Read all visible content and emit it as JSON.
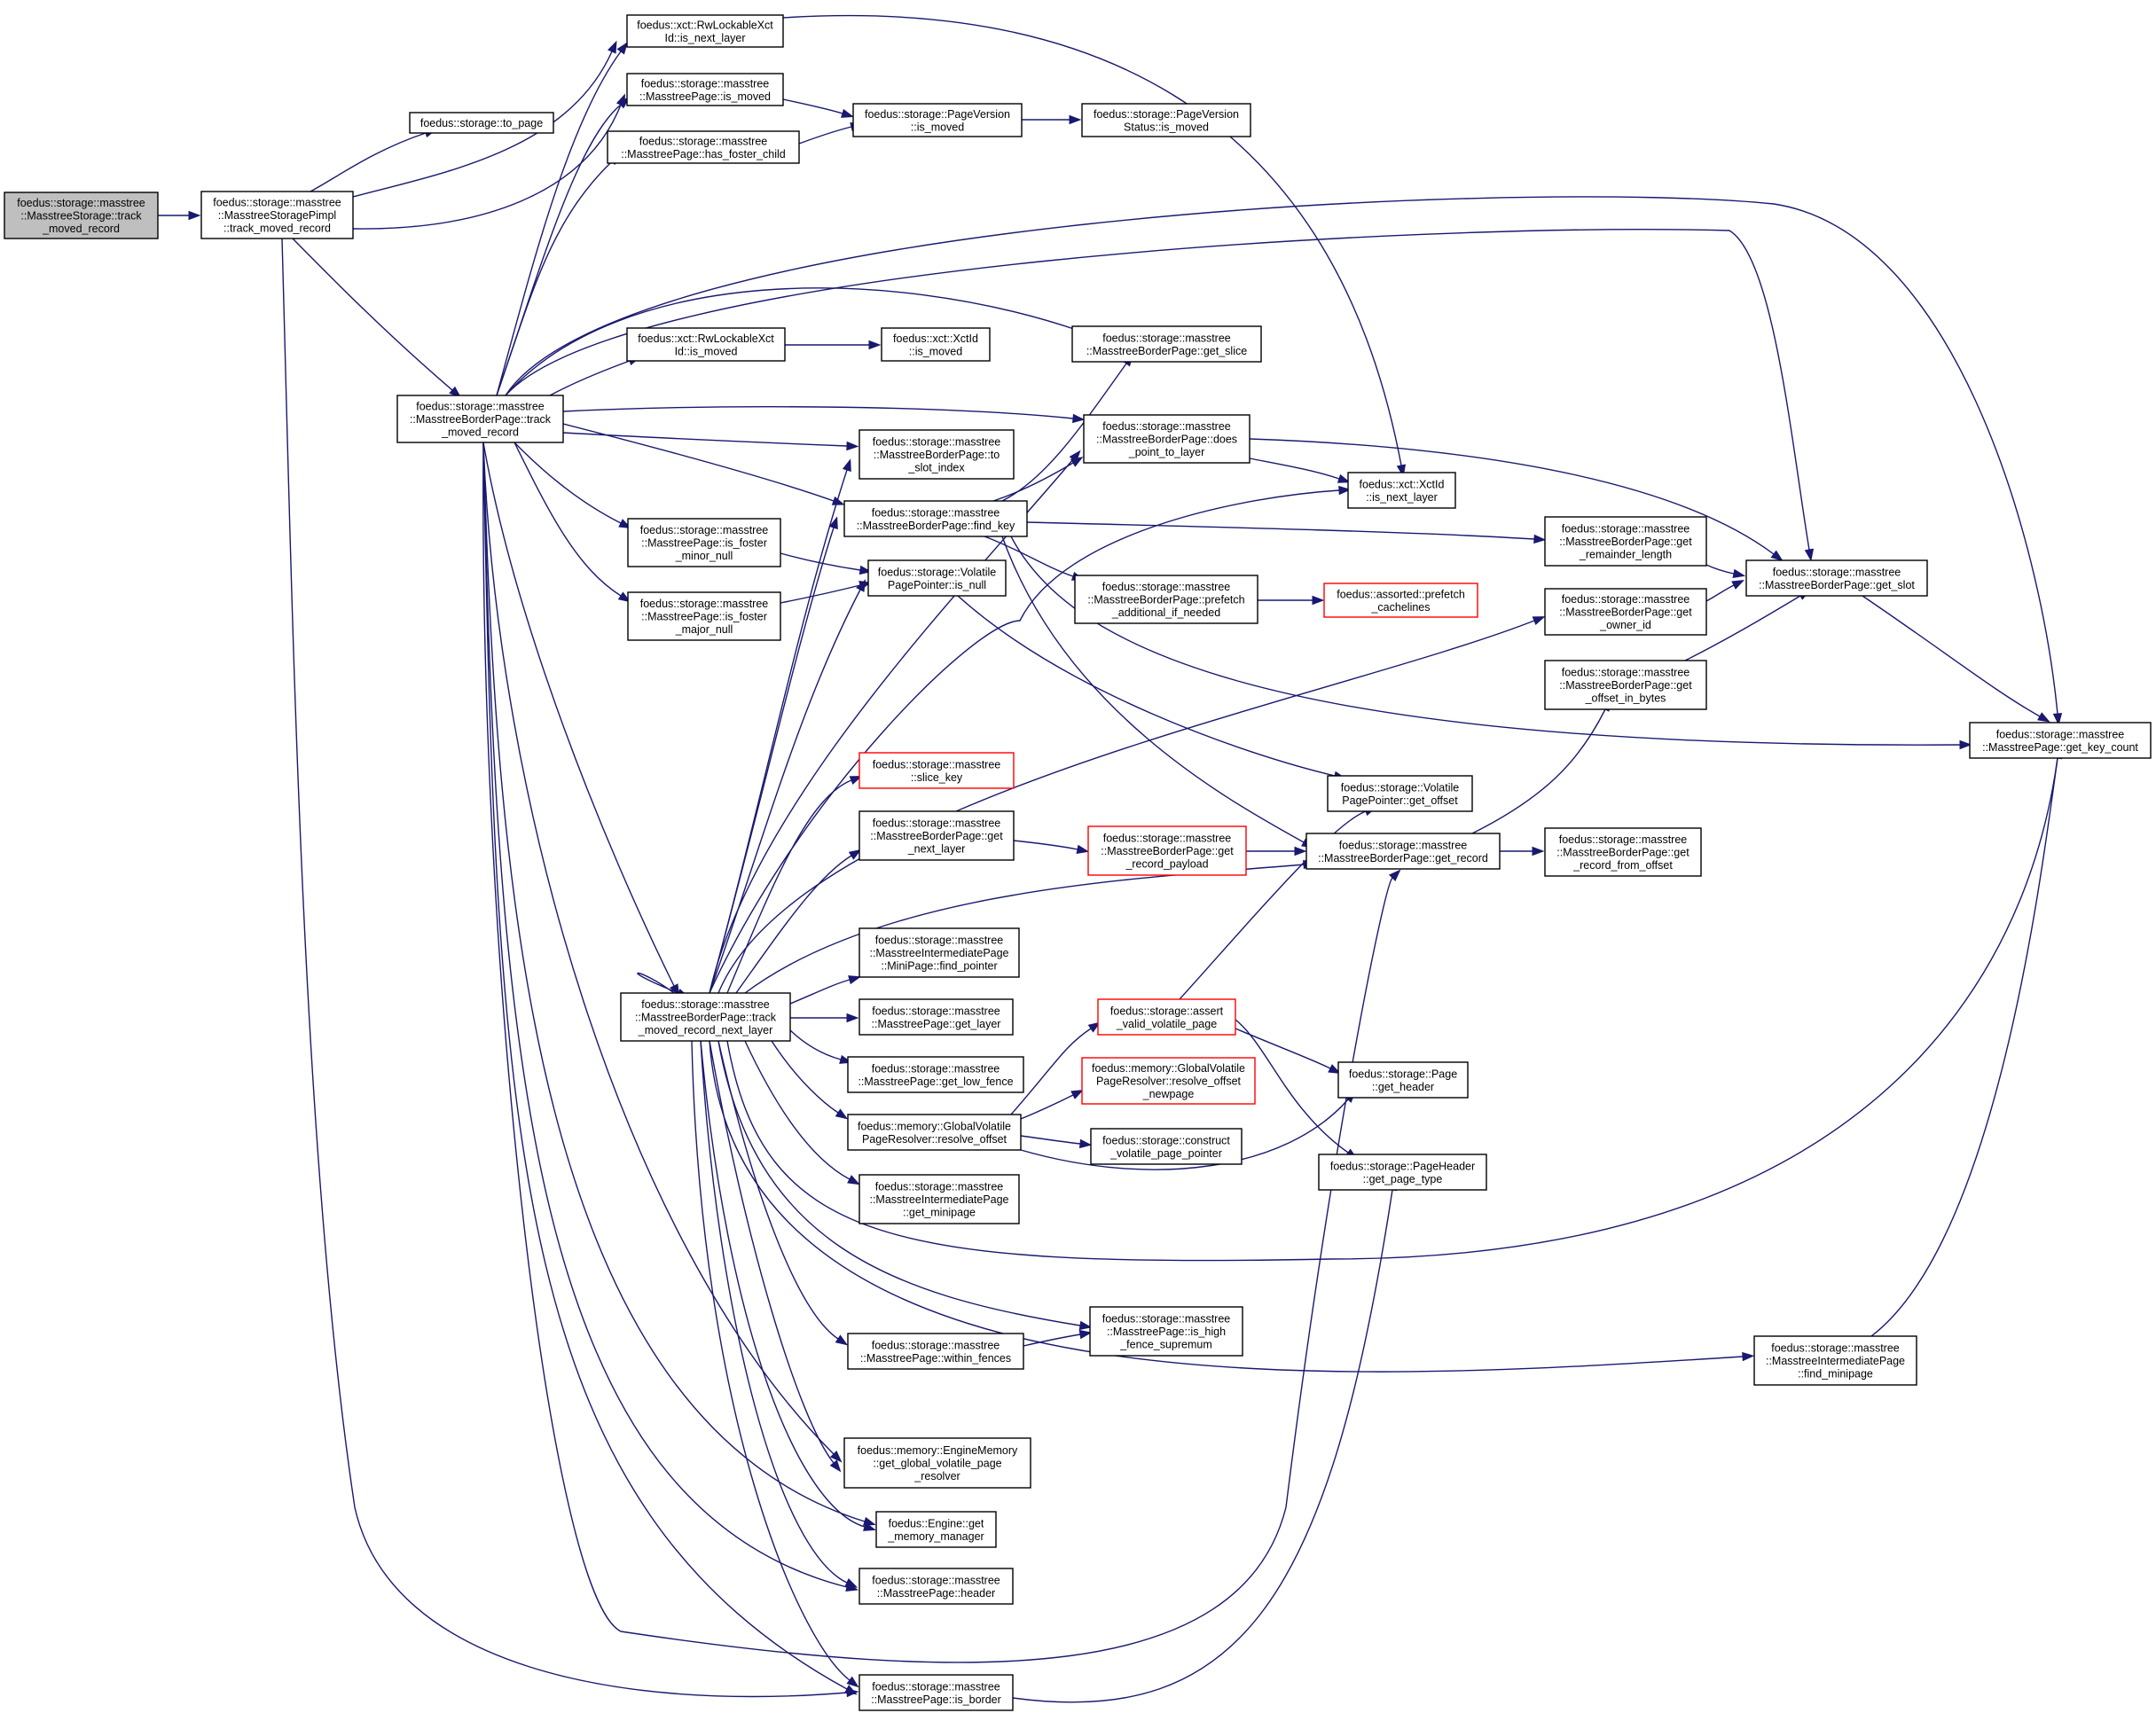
{
  "colors": {
    "edge": "#191970",
    "root_fill": "#bfbfbf",
    "border_default": "#000000",
    "border_incomplete": "#ff0000"
  },
  "nodes": {
    "n_root": {
      "lines": [
        "foedus::storage::masstree",
        "::MasstreeStorage::track",
        "_moved_record"
      ],
      "style": "root"
    },
    "n_pimpl": {
      "lines": [
        "foedus::storage::masstree",
        "::MasstreeStoragePimpl",
        "::track_moved_record"
      ]
    },
    "n_topage": {
      "lines": [
        "foedus::storage::to_page"
      ]
    },
    "n_rw_nextlayer": {
      "lines": [
        "foedus::xct::RwLockableXct",
        "Id::is_next_layer"
      ]
    },
    "n_mp_ismoved": {
      "lines": [
        "foedus::storage::masstree",
        "::MasstreePage::is_moved"
      ]
    },
    "n_mp_foster": {
      "lines": [
        "foedus::storage::masstree",
        "::MasstreePage::has_foster_child"
      ]
    },
    "n_pv_ismoved": {
      "lines": [
        "foedus::storage::PageVersion",
        "::is_moved"
      ]
    },
    "n_pvs_ismoved": {
      "lines": [
        "foedus::storage::PageVersion",
        "Status::is_moved"
      ]
    },
    "n_bp_track": {
      "lines": [
        "foedus::storage::masstree",
        "::MasstreeBorderPage::track",
        "_moved_record"
      ]
    },
    "n_rw_ismoved": {
      "lines": [
        "foedus::xct::RwLockableXct",
        "Id::is_moved"
      ]
    },
    "n_xid_ismoved": {
      "lines": [
        "foedus::xct::XctId",
        "::is_moved"
      ]
    },
    "n_getslice": {
      "lines": [
        "foedus::storage::masstree",
        "::MasstreeBorderPage::get_slice"
      ]
    },
    "n_toslot": {
      "lines": [
        "foedus::storage::masstree",
        "::MasstreeBorderPage::to",
        "_slot_index"
      ]
    },
    "n_doespoint": {
      "lines": [
        "foedus::storage::masstree",
        "::MasstreeBorderPage::does",
        "_point_to_layer"
      ]
    },
    "n_xid_nextlayer": {
      "lines": [
        "foedus::xct::XctId",
        "::is_next_layer"
      ]
    },
    "n_findkey": {
      "lines": [
        "foedus::storage::masstree",
        "::MasstreeBorderPage::find_key"
      ]
    },
    "n_remainder": {
      "lines": [
        "foedus::storage::masstree",
        "::MasstreeBorderPage::get",
        "_remainder_length"
      ]
    },
    "n_getslot": {
      "lines": [
        "foedus::storage::masstree",
        "::MasstreeBorderPage::get_slot"
      ]
    },
    "n_fosterminor": {
      "lines": [
        "foedus::storage::masstree",
        "::MasstreePage::is_foster",
        "_minor_null"
      ]
    },
    "n_fostermajor": {
      "lines": [
        "foedus::storage::masstree",
        "::MasstreePage::is_foster",
        "_major_null"
      ]
    },
    "n_vpp_isnull": {
      "lines": [
        "foedus::storage::Volatile",
        "PagePointer::is_null"
      ]
    },
    "n_prefetch": {
      "lines": [
        "foedus::storage::masstree",
        "::MasstreeBorderPage::prefetch",
        "_additional_if_needed"
      ]
    },
    "n_cachelines": {
      "lines": [
        "foedus::assorted::prefetch",
        "_cachelines"
      ],
      "style": "red"
    },
    "n_ownerid": {
      "lines": [
        "foedus::storage::masstree",
        "::MasstreeBorderPage::get",
        "_owner_id"
      ]
    },
    "n_offsetbytes": {
      "lines": [
        "foedus::storage::masstree",
        "::MasstreeBorderPage::get",
        "_offset_in_bytes"
      ]
    },
    "n_keycount": {
      "lines": [
        "foedus::storage::masstree",
        "::MasstreePage::get_key_count"
      ]
    },
    "n_slicekey": {
      "lines": [
        "foedus::storage::masstree",
        "::slice_key"
      ],
      "style": "red"
    },
    "n_vpp_offset": {
      "lines": [
        "foedus::storage::Volatile",
        "PagePointer::get_offset"
      ]
    },
    "n_nextlayer": {
      "lines": [
        "foedus::storage::masstree",
        "::MasstreeBorderPage::get",
        "_next_layer"
      ]
    },
    "n_payload": {
      "lines": [
        "foedus::storage::masstree",
        "::MasstreeBorderPage::get",
        "_record_payload"
      ],
      "style": "red"
    },
    "n_getrecord": {
      "lines": [
        "foedus::storage::masstree",
        "::MasstreeBorderPage::get_record"
      ]
    },
    "n_recfromoff": {
      "lines": [
        "foedus::storage::masstree",
        "::MasstreeBorderPage::get",
        "_record_from_offset"
      ]
    },
    "n_findpointer": {
      "lines": [
        "foedus::storage::masstree",
        "::MasstreeIntermediatePage",
        "::MiniPage::find_pointer"
      ]
    },
    "n_tracknext": {
      "lines": [
        "foedus::storage::masstree",
        "::MasstreeBorderPage::track",
        "_moved_record_next_layer"
      ]
    },
    "n_getlayer": {
      "lines": [
        "foedus::storage::masstree",
        "::MasstreePage::get_layer"
      ]
    },
    "n_lowfence": {
      "lines": [
        "foedus::storage::masstree",
        "::MasstreePage::get_low_fence"
      ]
    },
    "n_assert": {
      "lines": [
        "foedus::storage::assert",
        "_valid_volatile_page"
      ],
      "style": "red"
    },
    "n_resolvenew": {
      "lines": [
        "foedus::memory::GlobalVolatile",
        "PageResolver::resolve_offset",
        "_newpage"
      ],
      "style": "red"
    },
    "n_pageheader": {
      "lines": [
        "foedus::storage::Page",
        "::get_header"
      ]
    },
    "n_resolve": {
      "lines": [
        "foedus::memory::GlobalVolatile",
        "PageResolver::resolve_offset"
      ]
    },
    "n_construct": {
      "lines": [
        "foedus::storage::construct",
        "_volatile_page_pointer"
      ]
    },
    "n_pagetype": {
      "lines": [
        "foedus::storage::PageHeader",
        "::get_page_type"
      ]
    },
    "n_getminipage": {
      "lines": [
        "foedus::storage::masstree",
        "::MasstreeIntermediatePage",
        "::get_minipage"
      ]
    },
    "n_highfence": {
      "lines": [
        "foedus::storage::masstree",
        "::MasstreePage::is_high",
        "_fence_supremum"
      ]
    },
    "n_withinfences": {
      "lines": [
        "foedus::storage::masstree",
        "::MasstreePage::within_fences"
      ]
    },
    "n_findminipage": {
      "lines": [
        "foedus::storage::masstree",
        "::MasstreeIntermediatePage",
        "::find_minipage"
      ]
    },
    "n_gvpr": {
      "lines": [
        "foedus::memory::EngineMemory",
        "::get_global_volatile_page",
        "_resolver"
      ]
    },
    "n_memmgr": {
      "lines": [
        "foedus::Engine::get",
        "_memory_manager"
      ]
    },
    "n_header": {
      "lines": [
        "foedus::storage::masstree",
        "::MasstreePage::header"
      ]
    },
    "n_isborder": {
      "lines": [
        "foedus::storage::masstree",
        "::MasstreePage::is_border"
      ]
    }
  }
}
